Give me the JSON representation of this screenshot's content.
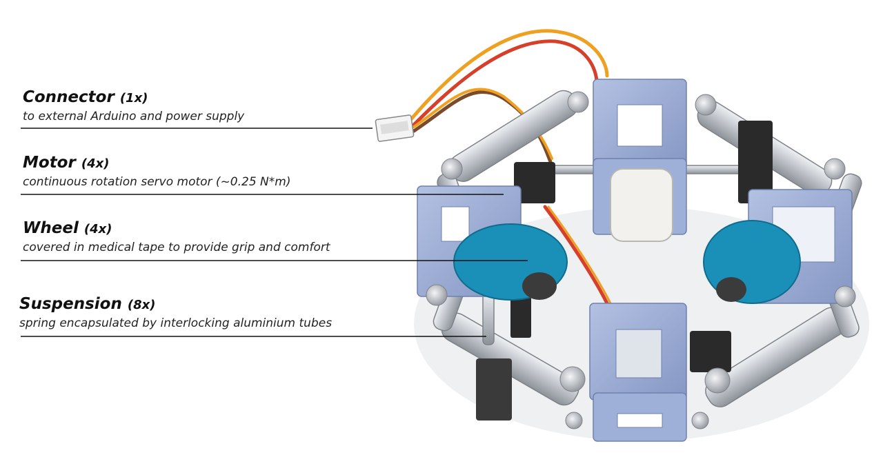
{
  "callouts": [
    {
      "title": "Connector",
      "count": "(1x)",
      "description": "to external Arduino and power supply"
    },
    {
      "title": "Motor",
      "count": "(4x)",
      "description": "continuous rotation servo motor (~0.25 N*m)"
    },
    {
      "title": "Wheel",
      "count": "(4x)",
      "description": "covered in medical tape to provide grip and comfort"
    },
    {
      "title": "Suspension",
      "count": "(8x)",
      "description": "spring encapsulated by interlocking aluminium tubes"
    }
  ],
  "colors": {
    "frame": "#9fb0d8",
    "frame_dark": "#7f92bf",
    "wheel_blue": "#1a90b8",
    "aluminium": "#c9ccd1",
    "servo": "#2a2a2a",
    "wire_orange": "#f0a020",
    "wire_red": "#d6402a",
    "wire_brown": "#7a4a2a",
    "tape_white": "#f2f1ee"
  }
}
